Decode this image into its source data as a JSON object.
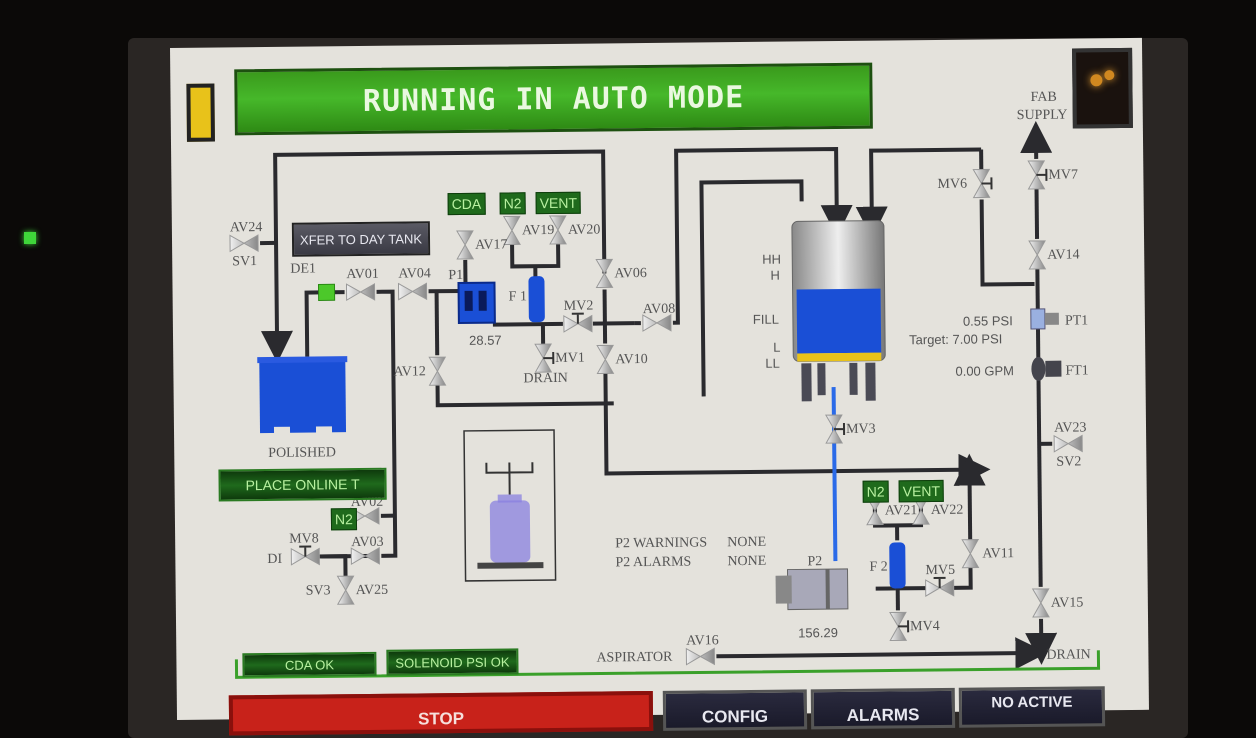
{
  "header": {
    "mode_banner": "RUNNING IN AUTO MODE"
  },
  "colors": {
    "banner_green": "#3a9a1c",
    "tag_green": "#1f6a1c",
    "water_blue": "#1a4fd6",
    "stop_red": "#c8221a",
    "pipe": "#2a2a2e",
    "level_yellow": "#e8c21a"
  },
  "buttons": {
    "xfer": "XFER TO DAY TANK",
    "place_online": "PLACE ONLINE  T",
    "stop": "STOP",
    "config": "CONFIG",
    "alarms": "ALARMS",
    "no_active": "NO ACTIVE"
  },
  "status": {
    "cda_ok": "CDA OK",
    "solenoid_ok": "SOLENOID PSI OK",
    "p2_warnings_label": "P2 WARNINGS",
    "p2_warnings_value": "NONE",
    "p2_alarms_label": "P2 ALARMS",
    "p2_alarms_value": "NONE"
  },
  "gas_tags": {
    "cda": "CDA",
    "n2_top": "N2",
    "vent_top": "VENT",
    "n2_left": "N2",
    "n2_bottom": "N2",
    "vent_bottom": "VENT"
  },
  "labels": {
    "fab_supply_1": "FAB",
    "fab_supply_2": "SUPPLY",
    "polished": "POLISHED",
    "de1": "DE1",
    "p1": "P1",
    "p1_value": "28.57",
    "f1": "F 1",
    "f2": "F 2",
    "p2": "P2",
    "p2_value": "156.29",
    "drain_mid": "DRAIN",
    "drain_right": "DRAIN",
    "aspirator": "ASPIRATOR",
    "di": "DI",
    "level_hh": "HH",
    "level_h": "H",
    "level_fill": "FILL",
    "level_l": "L",
    "level_ll": "LL",
    "pt1": "PT1",
    "ft1": "FT1",
    "pressure": "0.55 PSI",
    "target": "Target: 7.00 PSI",
    "flow": "0.00 GPM"
  },
  "valves": {
    "av24": "AV24",
    "sv1": "SV1",
    "av01": "AV01",
    "av04": "AV04",
    "av17": "AV17",
    "av19": "AV19",
    "av20": "AV20",
    "av06": "AV06",
    "av08": "AV08",
    "av10": "AV10",
    "av12": "AV12",
    "mv1": "MV1",
    "mv2": "MV2",
    "mv3": "MV3",
    "mv4": "MV4",
    "mv5": "MV5",
    "mv6": "MV6",
    "mv7": "MV7",
    "mv8": "MV8",
    "av14": "AV14",
    "av23": "AV23",
    "sv2": "SV2",
    "av21": "AV21",
    "av22": "AV22",
    "av11": "AV11",
    "av15": "AV15",
    "av16": "AV16",
    "av02": "AV02",
    "av03": "AV03",
    "sv3": "SV3",
    "av25": "AV25"
  },
  "tank_level_fraction": 0.55
}
